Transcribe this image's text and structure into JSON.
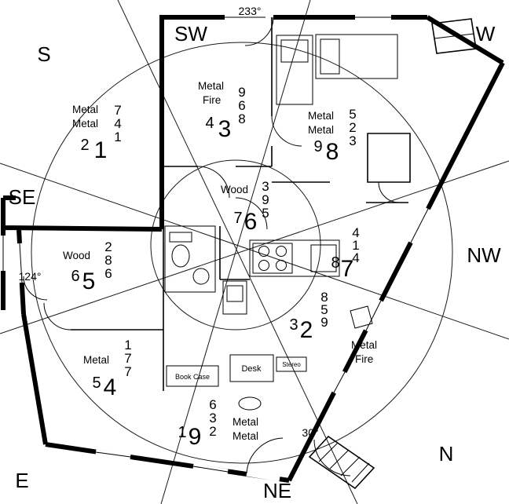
{
  "colors": {
    "wall": "#000000",
    "line": "#1a1a1a",
    "background": "#ffffff"
  },
  "compass": {
    "s": "S",
    "sw": "SW",
    "w": "W",
    "se": "SE",
    "nw": "NW",
    "e": "E",
    "ne": "NE",
    "n": "N",
    "angle_top": "233°",
    "angle_left": "124°",
    "angle_bottom": "30°"
  },
  "sectors": {
    "south": {
      "elements": [
        "Metal",
        "Metal"
      ],
      "stack": [
        "7",
        "4",
        "1"
      ],
      "mid": "2",
      "main": "1"
    },
    "southwest": {
      "elements": [
        "Metal",
        "Fire"
      ],
      "stack": [
        "9",
        "6",
        "8"
      ],
      "mid": "4",
      "main": "3"
    },
    "west": {
      "elements": [
        "Metal",
        "Metal"
      ],
      "stack": [
        "5",
        "2",
        "3"
      ],
      "mid": "9",
      "main": "8"
    },
    "center": {
      "elements": [
        "Wood"
      ],
      "stack": [
        "3",
        "9",
        "5"
      ],
      "mid": "7",
      "main": "6"
    },
    "southeast": {
      "elements": [
        "Wood"
      ],
      "stack": [
        "2",
        "8",
        "6"
      ],
      "mid": "6",
      "main": "5"
    },
    "northwest": {
      "elements": [],
      "stack": [
        "4",
        "1",
        "4"
      ],
      "mid": "8",
      "main": "7"
    },
    "north": {
      "elements": [
        "Metal",
        "Fire"
      ],
      "stack": [
        "8",
        "5",
        "9"
      ],
      "mid": "3",
      "main": "2"
    },
    "east": {
      "elements": [
        "Metal"
      ],
      "stack": [
        "1",
        "7",
        "7"
      ],
      "mid": "5",
      "main": "4"
    },
    "northeast": {
      "elements": [
        "Metal",
        "Metal"
      ],
      "stack": [
        "6",
        "3",
        "2"
      ],
      "mid": "1",
      "main": "9"
    }
  },
  "furniture": {
    "desk": "Desk",
    "bookcase": "Book Case",
    "stereo": "Stereo"
  }
}
